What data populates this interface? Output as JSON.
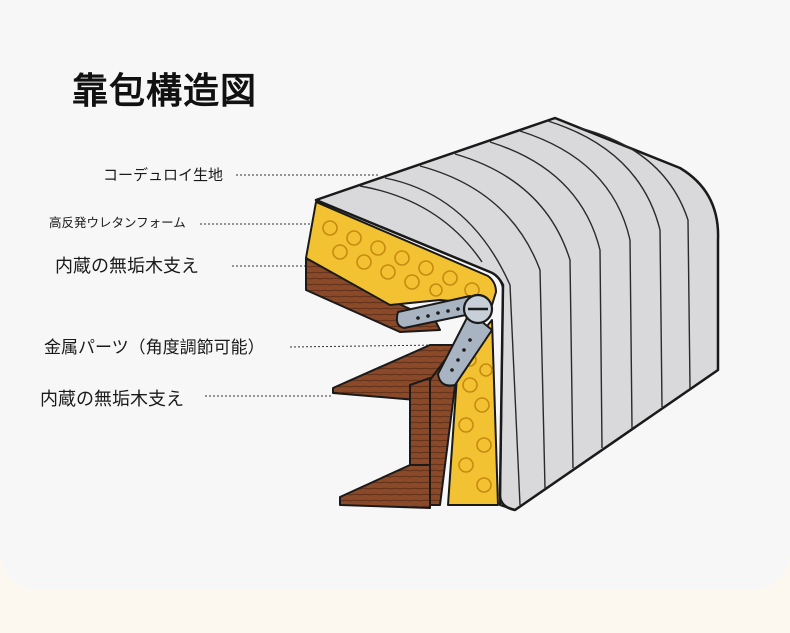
{
  "title": "靠包構造図",
  "labels": {
    "corduroy": "コーデュロイ生地",
    "foam": "高反発ウレタンフォーム",
    "wood_support_upper": "内蔵の無垢木支え",
    "metal_parts": "金属パーツ（角度調節可能）",
    "wood_support_lower": "内蔵の無垢木支え"
  },
  "colors": {
    "fabric": "#d9d9dc",
    "foam": "#f2c232",
    "wood": "#8a4a2a",
    "metal": "#a9b4c2",
    "outline": "#1a1a1a"
  }
}
